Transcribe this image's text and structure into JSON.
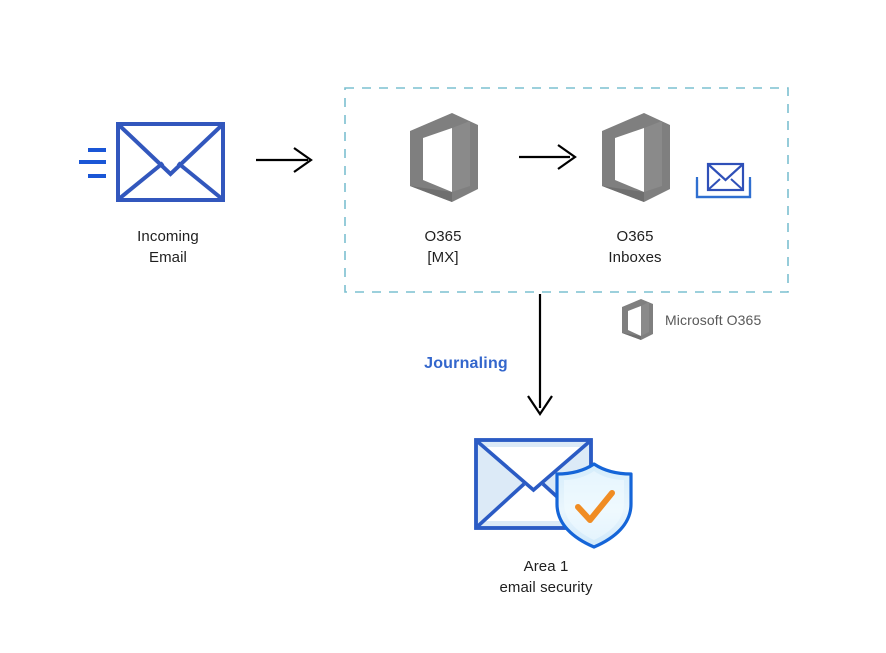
{
  "diagram": {
    "title": "Email journaling flow to Area 1 email security",
    "background_color": "#ffffff",
    "nodes": [
      {
        "id": "incoming-email",
        "icon": "envelope-with-speed-lines-icon",
        "label": "Incoming\nEmail",
        "label_color": "#1f1f1f",
        "icon_color": "#2f56c0"
      },
      {
        "id": "o365-mx",
        "icon": "microsoft-office-365-icon",
        "label": "O365\n[MX]",
        "label_color": "#1f1f1f",
        "icon_color": "#7a7a7a"
      },
      {
        "id": "o365-inboxes",
        "icon": "microsoft-office-365-icon",
        "label": "O365\nInboxes",
        "label_color": "#1f1f1f",
        "icon_color": "#7a7a7a",
        "secondary_icon": "inbox-tray-envelope-icon",
        "secondary_icon_color": "#2f6fd0"
      },
      {
        "id": "area1-email-security",
        "icon": "envelope-with-shield-check-icon",
        "label": "Area 1\nemail security",
        "label_color": "#1f1f1f",
        "envelope_outline_color": "#2b5bc4",
        "envelope_fill_color": "#dceaf7",
        "shield_outline_color": "#1565d8",
        "shield_fill_color": "#d6ecfa",
        "check_color": "#f08c23"
      }
    ],
    "group_box": {
      "name": "microsoft-o365-boundary",
      "style": "dashed",
      "color": "#7cc0d0"
    },
    "legend": {
      "icon": "microsoft-office-365-icon",
      "label": "Microsoft O365",
      "label_color": "#595959"
    },
    "connectors": [
      {
        "id": "incoming-to-mx",
        "type": "arrow",
        "direction": "right",
        "color": "#000000",
        "label": ""
      },
      {
        "id": "mx-to-inboxes",
        "type": "arrow",
        "direction": "right",
        "color": "#000000",
        "label": ""
      },
      {
        "id": "inboxes-to-area1",
        "type": "arrow",
        "direction": "down",
        "color": "#000000",
        "label": "Journaling",
        "label_color": "#3366cc"
      }
    ]
  },
  "labels": {
    "incoming_email": "Incoming\nEmail",
    "o365_mx": "O365\n[MX]",
    "o365_inboxes": "O365\nInboxes",
    "area1": "Area 1\nemail security",
    "journaling": "Journaling",
    "microsoft_o365": "Microsoft O365"
  }
}
